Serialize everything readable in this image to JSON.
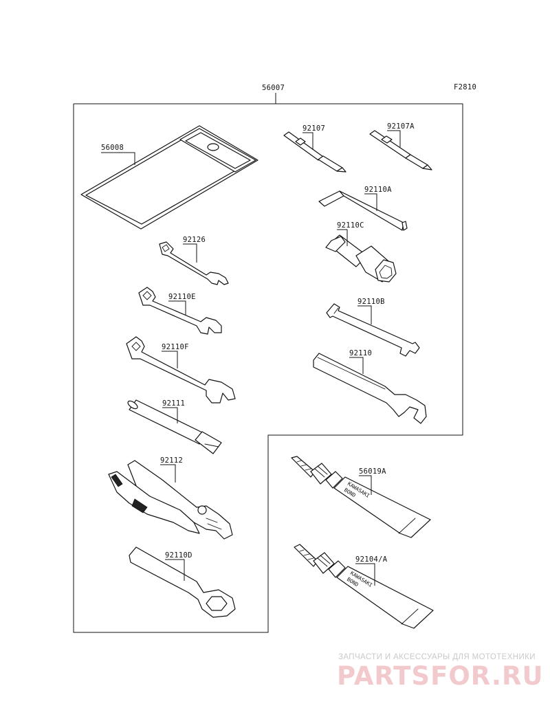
{
  "figure_code": "F2810",
  "labels": {
    "kit": "56007",
    "bag": "56008",
    "driver_1": "92107",
    "driver_2": "92107A",
    "hex_key": "92110A",
    "plug_wrench": "92110C",
    "wrench_92126": "92126",
    "wrench_92110E": "92110E",
    "spoke_tool": "92110B",
    "wrench_92110F": "92110F",
    "big_wrench": "92110",
    "extension": "92111",
    "pliers": "92112",
    "ring_wrench": "92110D",
    "bond_1": "56019A",
    "bond_2": "92104/A"
  },
  "tube_text": {
    "brand": "KAWASAKI",
    "product": "BOND"
  },
  "watermark": {
    "tagline": "ЗАПЧАСТИ И АКСЕССУАРЫ ДЛЯ МОТОТЕХНИКИ",
    "logo": "PARTSFOR.RU"
  }
}
